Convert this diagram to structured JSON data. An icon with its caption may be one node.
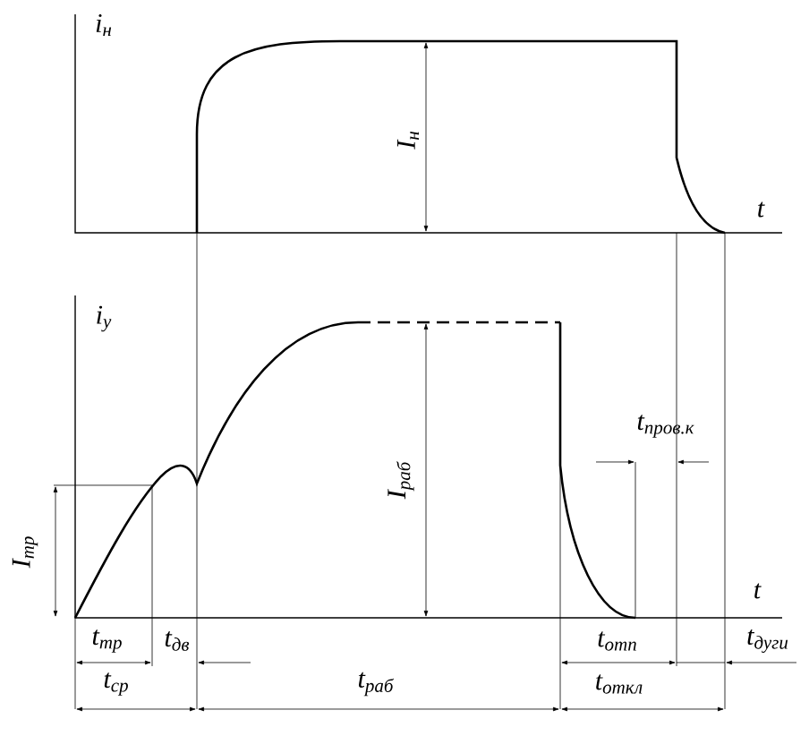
{
  "diagram": {
    "labels": [
      "i$_{н}$",
      "I$_{н}$",
      "t",
      "i$_{у}$",
      "t$_{пров.к}$",
      "I$_{тр}$",
      "I$_{раб}$",
      "t",
      "t$_{тр}$",
      "t$_{дв}$",
      "t$_{отп}$",
      "t$_{дуги}$",
      "t$_{ср}$",
      "t$_{раб}$",
      "t$_{откл}$"
    ]
  }
}
